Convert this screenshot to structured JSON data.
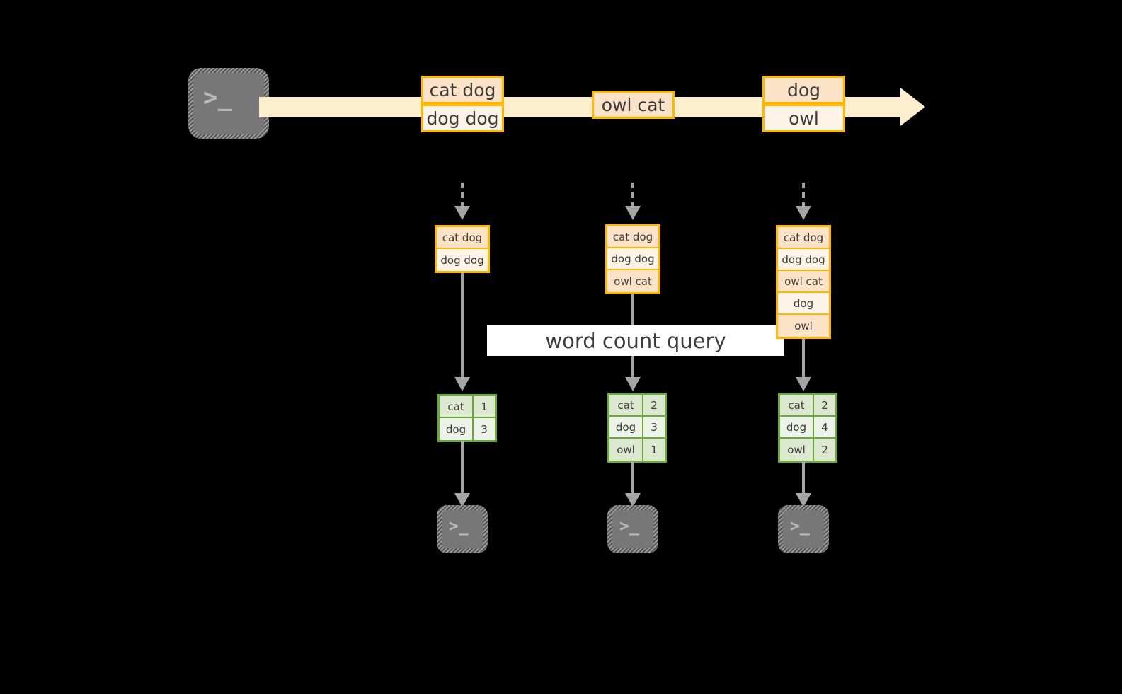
{
  "diagram": {
    "title_label": "word count query",
    "colors": {
      "background": "#000000",
      "event_border": "#ffb700",
      "event_fill_dark": "#fce2c6",
      "event_fill_light": "#fdf3e7",
      "stream_fill": "#fdeecd",
      "result_border": "#6aaa3c",
      "result_fill_dark": "#dde8d1",
      "result_fill_light": "#eef3e9",
      "connector": "#a5a5a5",
      "terminal_fill": "#777777",
      "label_fill": "#ffffff"
    }
  },
  "producer": {
    "icon": "terminal-icon",
    "prompt": ">_"
  },
  "stream": {
    "groups": [
      {
        "events": [
          "cat dog",
          "dog dog"
        ]
      },
      {
        "events": [
          "owl cat"
        ]
      },
      {
        "events": [
          "dog",
          "owl"
        ]
      }
    ]
  },
  "snapshots": [
    {
      "events": [
        "cat dog",
        "dog dog"
      ],
      "results": {
        "rows": [
          {
            "word": "cat",
            "count": "1"
          },
          {
            "word": "dog",
            "count": "3"
          }
        ]
      },
      "consumer": {
        "icon": "terminal-icon",
        "prompt": ">_"
      }
    },
    {
      "events": [
        "cat dog",
        "dog dog",
        "owl cat"
      ],
      "results": {
        "rows": [
          {
            "word": "cat",
            "count": "2"
          },
          {
            "word": "dog",
            "count": "3"
          },
          {
            "word": "owl",
            "count": "1"
          }
        ]
      },
      "consumer": {
        "icon": "terminal-icon",
        "prompt": ">_"
      }
    },
    {
      "events": [
        "cat dog",
        "dog dog",
        "owl cat",
        "dog",
        "owl"
      ],
      "results": {
        "rows": [
          {
            "word": "cat",
            "count": "2"
          },
          {
            "word": "dog",
            "count": "4"
          },
          {
            "word": "owl",
            "count": "2"
          }
        ]
      },
      "consumer": {
        "icon": "terminal-icon",
        "prompt": ">_"
      }
    }
  ]
}
